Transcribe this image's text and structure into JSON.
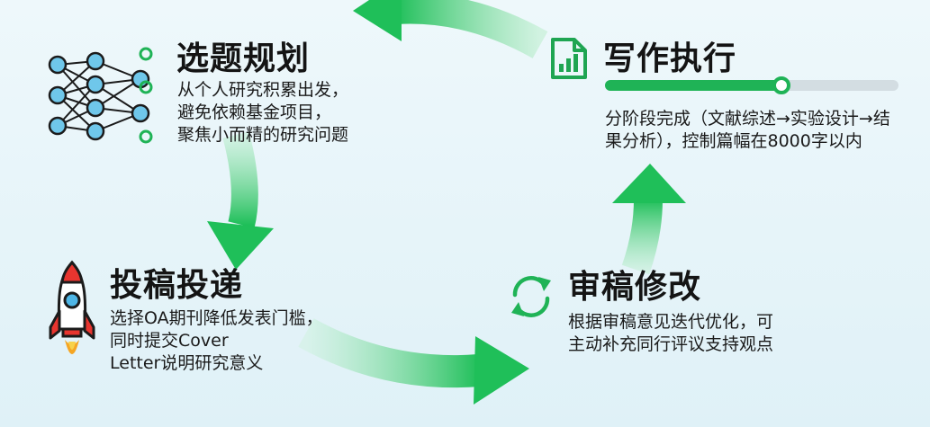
{
  "colors": {
    "accent_green": "#1fb356",
    "arrow_green": "#22c25e",
    "rocket_red": "#e8352f",
    "text_dark": "#141414"
  },
  "stages": {
    "topic": {
      "icon": "neural-network-icon",
      "title": "选题规划",
      "lines": [
        "从个人研究积累出发，",
        "避免依赖基金项目，",
        "聚焦小而精的研究问题"
      ]
    },
    "writing": {
      "icon": "document-chart-icon",
      "title": "写作执行",
      "progress": 0.6,
      "lines": [
        "分阶段完成（文献综述→实验设计→结",
        "果分析），控制篇幅在8000字以内"
      ]
    },
    "review": {
      "icon": "refresh-cycle-icon",
      "title": "审稿修改",
      "lines": [
        "根据审稿意见迭代优化，可",
        "主动补充同行评议支持观点"
      ]
    },
    "submit": {
      "icon": "rocket-icon",
      "title": "投稿投递",
      "lines": [
        "选择OA期刊降低发表门槛，",
        "同时提交Cover",
        "Letter说明研究意义"
      ]
    }
  }
}
